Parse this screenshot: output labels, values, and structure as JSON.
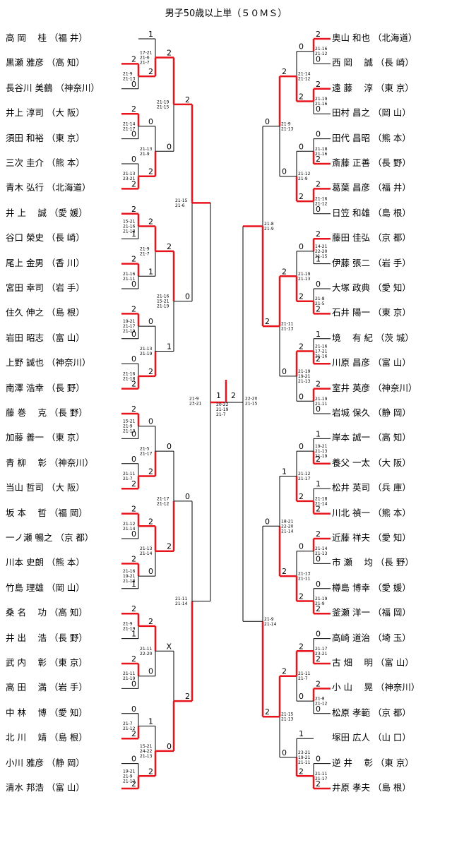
{
  "title": "男子50歳以上単（５０ＭＳ）",
  "colors": {
    "win": "#e8141c",
    "line": "#000000"
  },
  "left_players": [
    "高 岡　 桂 （福 井）",
    "黒瀬 雅彦 （高 知）",
    "長谷川 美鶴 （神奈川）",
    "井上 淳司 （大 阪）",
    "須田 和裕 （東 京）",
    "三次 圭介 （熊 本）",
    "青木 弘行 （北海道）",
    "井 上　 誠 （愛 媛）",
    "谷口 榮史 （長 崎）",
    "尾上 金男 （香 川）",
    "宮田 幸司 （岩 手）",
    "住久 伸之 （島 根）",
    "岩田 昭志 （富 山）",
    "上野 誠也 （神奈川）",
    "南澤 浩幸 （長 野）",
    "藤 巻　 克 （長 野）",
    "加藤 善一 （東 京）",
    "青 柳　 彰 （神奈川）",
    "当山 哲司 （大 阪）",
    "坂 本　 哲 （福 岡）",
    "一ノ瀬 暢之 （京 都）",
    "川本 史朗 （熊 本）",
    "竹島 理雄 （岡 山）",
    "桑 名　 功 （高 知）",
    "井 出　 浩 （長 野）",
    "武 内　 彰 （東 京）",
    "高 田　 満 （岩 手）",
    "中 林　 博 （愛 知）",
    "北 川　 靖 （島 根）",
    "小川 雅彦 （静 岡）",
    "清水 邦浩 （富 山）"
  ],
  "right_players": [
    "奥山 和也 （北海道）",
    "西 岡　 誠 （長 崎）",
    "遠 藤　 淳 （東 京）",
    "田村 昌之 （岡 山）",
    "田代 昌昭 （熊 本）",
    "斎藤 正善 （長 野）",
    "葛葉 昌彦 （福 井）",
    "日笠 和雄 （島 根）",
    "藤田 佳弘 （京 都）",
    "伊藤 張二 （岩 手）",
    "大塚 政典 （愛 知）",
    "石井 陽一 （東 京）",
    "境　 有 紀 （茨 城）",
    "川原 昌彦 （富 山）",
    "室井 英彦 （神奈川）",
    "岩城 保久 （静 岡）",
    "岸本 誠一 （高 知）",
    "養父 一太 （大 阪）",
    "松井 英司 （兵 庫）",
    "川北 禎一 （熊 本）",
    "近藤 祥夫 （愛 知）",
    "市 瀬　 均 （長 野）",
    "樽島 博幸 （愛 媛）",
    "釜瀬 洋一 （福 岡）",
    "高崎 道治 （埼 玉）",
    "古 畑　 明 （富 山）",
    "小 山　 晃 （神奈川）",
    "松原 孝範 （京 都）",
    "塚田 広人 （山 口）",
    "逆 井　 彰 （東 京）",
    "井原 孝夫 （島 根）"
  ],
  "final": {
    "left_score": "1",
    "right_score": "2",
    "games": "20-22 21-19 21-7",
    "left_semi_games": "21-9 23-21",
    "right_semi_games": "22-20 21-15"
  },
  "matches": [
    {
      "side": "L",
      "label": "21-9 21-13",
      "top": "2",
      "bot": "0",
      "winner": "top"
    },
    {
      "side": "L",
      "label": "17-21 21-6 21-7",
      "top": "1",
      "bot": "2",
      "winner": "bot"
    },
    {
      "side": "L",
      "label": "21-14 21-17",
      "top": "2",
      "bot": "0",
      "winner": "top"
    },
    {
      "side": "L",
      "label": "21-13 23-21",
      "top": "0",
      "bot": "2",
      "winner": "bot"
    },
    {
      "side": "L",
      "label": "21-13 21-9",
      "top": "0",
      "bot": "2",
      "winner": "bot"
    },
    {
      "side": "L",
      "label": "15-21 21-16 21-18",
      "top": "2",
      "bot": "1",
      "winner": "top"
    },
    {
      "side": "L",
      "label": "21-16 21-11",
      "top": "2",
      "bot": "0",
      "winner": "top"
    },
    {
      "side": "L",
      "label": "21-9 21-7",
      "top": "2",
      "bot": "1",
      "winner": "top"
    },
    {
      "side": "L",
      "label": "19-21 21-17 21-19",
      "top": "2",
      "bot": "0",
      "winner": "top"
    },
    {
      "side": "L",
      "label": "21-16 21-18",
      "top": "0",
      "bot": "2",
      "winner": "bot"
    },
    {
      "side": "L",
      "label": "21-13 21-19",
      "top": "0",
      "bot": "2",
      "winner": "bot"
    },
    {
      "side": "L",
      "label": "15-21 21-9 21-13",
      "top": "2",
      "bot": "0",
      "winner": "top"
    },
    {
      "side": "L",
      "label": "21-11 21-7",
      "top": "0",
      "bot": "2",
      "winner": "bot"
    },
    {
      "side": "L",
      "label": "21-5 21-17",
      "top": "0",
      "bot": "2",
      "winner": "bot"
    },
    {
      "side": "L",
      "label": "21-12 21-14",
      "top": "2",
      "bot": "0",
      "winner": "top"
    },
    {
      "side": "L",
      "label": "21-16 19-21 21-18",
      "top": "2",
      "bot": "1",
      "winner": "top"
    },
    {
      "side": "L",
      "label": "21-13 21-14",
      "top": "2",
      "bot": "0",
      "winner": "top"
    },
    {
      "side": "L",
      "label": "21-9 21-19",
      "top": "2",
      "bot": "1",
      "winner": "top"
    },
    {
      "side": "L",
      "label": "21-11 21-19",
      "top": "2",
      "bot": "0",
      "winner": "top"
    },
    {
      "side": "L",
      "label": "21-11 22-20",
      "top": "2",
      "bot": "0",
      "winner": "top"
    },
    {
      "side": "L",
      "label": "21-7 21-12",
      "top": "0",
      "bot": "2",
      "winner": "bot"
    },
    {
      "side": "L",
      "label": "19-21 21-9 21-12",
      "top": "0",
      "bot": "2",
      "winner": "bot"
    },
    {
      "side": "L",
      "label": "15-21 24-22 21-13",
      "top": "1",
      "bot": "2",
      "winner": "bot"
    },
    {
      "side": "L",
      "label": "21-19 21-15",
      "top": "2",
      "bot": "0",
      "winner": "top"
    },
    {
      "side": "L",
      "label": "21-16 15-21 21-19",
      "top": "2",
      "bot": "1",
      "winner": "top"
    },
    {
      "side": "L",
      "label": "21-17 21-12",
      "top": "0",
      "bot": "2",
      "winner": "bot"
    },
    {
      "side": "L",
      "label": "",
      "top": "X",
      "bot": "0",
      "winner": "bot"
    },
    {
      "side": "L",
      "label": "21-15 21-6",
      "top": "2",
      "bot": "0",
      "winner": "top"
    },
    {
      "side": "L",
      "label": "21-11 21-14",
      "top": "0",
      "bot": "2",
      "winner": "bot"
    },
    {
      "side": "R",
      "label": "21-16 21-12",
      "top": "2",
      "bot": "0",
      "winner": "top"
    },
    {
      "side": "R",
      "label": "21-19 21-16",
      "top": "2",
      "bot": "0",
      "winner": "top"
    },
    {
      "side": "R",
      "label": "21-14 21-12",
      "top": "0",
      "bot": "2",
      "winner": "bot"
    },
    {
      "side": "R",
      "label": "21-18 21-16",
      "top": "0",
      "bot": "2",
      "winner": "bot"
    },
    {
      "side": "R",
      "label": "21-16 21-12",
      "top": "2",
      "bot": "0",
      "winner": "top"
    },
    {
      "side": "R",
      "label": "21-12 21-9",
      "top": "0",
      "bot": "2",
      "winner": "bot"
    },
    {
      "side": "R",
      "label": "14-21 22-20 21-15",
      "top": "2",
      "bot": "1",
      "winner": "top"
    },
    {
      "side": "R",
      "label": "21-8 21-5",
      "top": "0",
      "bot": "2",
      "winner": "bot"
    },
    {
      "side": "R",
      "label": "21-19 21-13",
      "top": "0",
      "bot": "2",
      "winner": "bot"
    },
    {
      "side": "R",
      "label": "21-16 17-21 21-16",
      "top": "1",
      "bot": "2",
      "winner": "bot"
    },
    {
      "side": "R",
      "label": "21-19 21-11",
      "top": "2",
      "bot": "0",
      "winner": "top"
    },
    {
      "side": "R",
      "label": "21-19 19-21 21-13",
      "top": "2",
      "bot": "0",
      "winner": "top"
    },
    {
      "side": "R",
      "label": "19-21 21-13 21-19",
      "top": "1",
      "bot": "2",
      "winner": "bot"
    },
    {
      "side": "R",
      "label": "21-18 21-14",
      "top": "1",
      "bot": "2",
      "winner": "bot"
    },
    {
      "side": "R",
      "label": "21-12 21-17",
      "top": "0",
      "bot": "2",
      "winner": "bot"
    },
    {
      "side": "R",
      "label": "21-14 21-13",
      "top": "2",
      "bot": "0",
      "winner": "top"
    },
    {
      "side": "R",
      "label": "21-19 21-9",
      "top": "0",
      "bot": "2",
      "winner": "bot"
    },
    {
      "side": "R",
      "label": "21-13 21-11",
      "top": "0",
      "bot": "2",
      "winner": "bot"
    },
    {
      "side": "R",
      "label": "21-17 23-21",
      "top": "0",
      "bot": "2",
      "winner": "bot"
    },
    {
      "side": "R",
      "label": "21-8 21-12",
      "top": "2",
      "bot": "0",
      "winner": "top"
    },
    {
      "side": "R",
      "label": "21-11 21-7",
      "top": "2",
      "bot": "0",
      "winner": "top"
    },
    {
      "side": "R",
      "label": "21-11 21-17",
      "top": "0",
      "bot": "2",
      "winner": "bot"
    },
    {
      "side": "R",
      "label": "23-21 19-21 21-11",
      "top": "1",
      "bot": "2",
      "winner": "bot"
    },
    {
      "side": "R",
      "label": "21-9 21-13",
      "top": "2",
      "bot": "0",
      "winner": "top"
    },
    {
      "side": "R",
      "label": "21-11 21-13",
      "top": "2",
      "bot": "0",
      "winner": "top"
    },
    {
      "side": "R",
      "label": "18-21 22-20 21-14",
      "top": "1",
      "bot": "2",
      "winner": "bot"
    },
    {
      "side": "R",
      "label": "21-15 21-13",
      "top": "2",
      "bot": "0",
      "winner": "top"
    },
    {
      "side": "R",
      "label": "21-8 21-9",
      "top": "0",
      "bot": "2",
      "winner": "bot"
    },
    {
      "side": "R",
      "label": "21-9 21-14",
      "top": "0",
      "bot": "2",
      "winner": "bot"
    }
  ]
}
